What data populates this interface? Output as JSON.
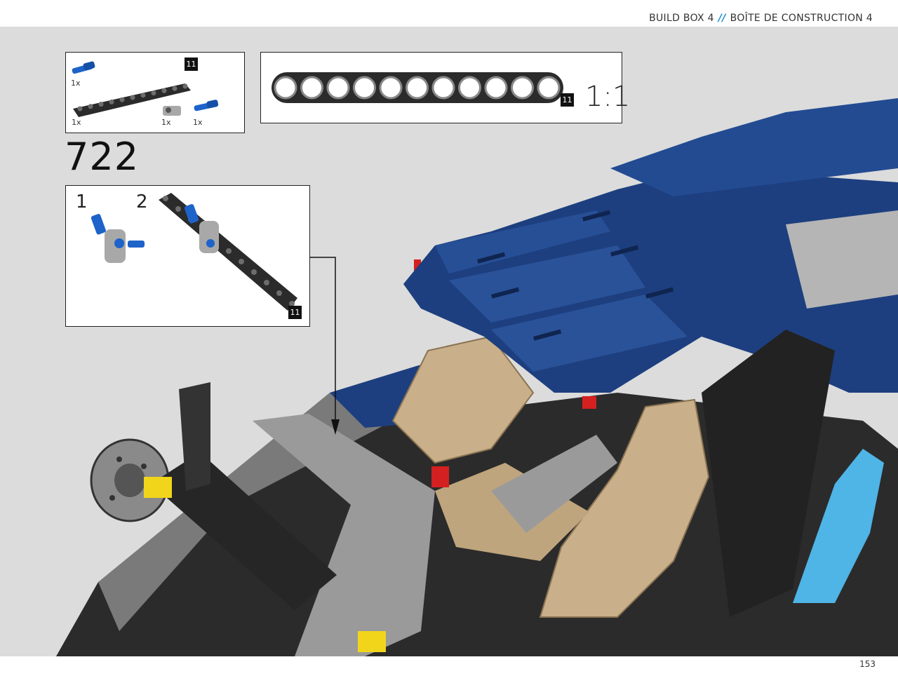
{
  "header": {
    "left_text": "BUILD BOX 4",
    "separator": "//",
    "right_text": "BOÎTE DE CONSTRUCTION 4"
  },
  "parts_list": {
    "items": [
      {
        "name": "blue axle pin",
        "qty": "1x"
      },
      {
        "name": "black liftarm 11",
        "qty": "1x",
        "length": "11"
      },
      {
        "name": "grey cross block",
        "qty": "1x"
      },
      {
        "name": "blue axle pin",
        "qty": "1x"
      }
    ]
  },
  "ruler": {
    "length": "11",
    "scale": "1:1"
  },
  "step": {
    "number": "722",
    "substeps": [
      {
        "label": "1"
      },
      {
        "label": "2",
        "part_length": "11"
      }
    ]
  },
  "footer": {
    "page_number": "153"
  },
  "colors": {
    "background": "#dcdcdc",
    "body_blue": "#1d3f7f",
    "seat_tan": "#c9b08a",
    "frame_black": "#2b2b2b",
    "frame_grey": "#9a9a9a",
    "accent_separator": "#1e88d6",
    "light_blue": "#4fb4e6"
  }
}
